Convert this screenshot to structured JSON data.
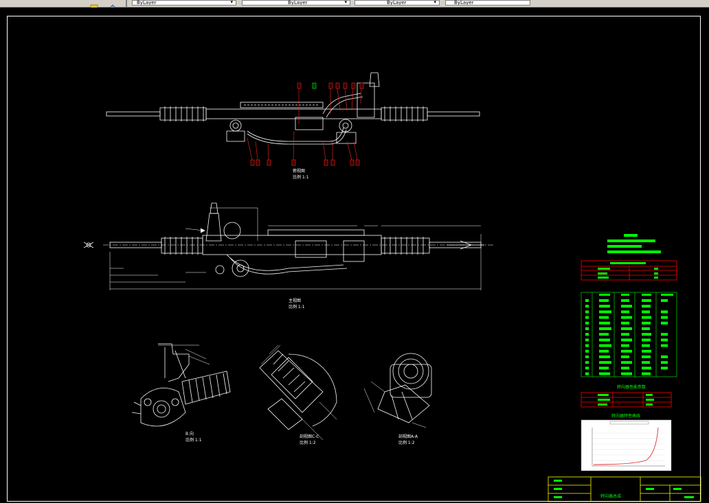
{
  "toolbar": {
    "layer_dropdown": "ByLayer",
    "linetype_dropdown": "ByLayer",
    "lineweight_dropdown": "ByLayer",
    "plotstyle_dropdown": "ByLayer"
  },
  "views": {
    "top_view_title": "俯视图",
    "top_view_scale": "比例 1:1",
    "front_view_title": "主视图",
    "front_view_scale": "比例 1:1",
    "detail_a_title": "B 向",
    "detail_a_scale": "比例 1:1",
    "section_b_title": "剖视图C-C",
    "section_b_scale": "比例 1:2",
    "section_c_title": "剖视图A-A",
    "section_c_scale": "比例 1:2"
  },
  "tables": {
    "performance_title": "转向器性能参数",
    "curve_title": "转向器特性曲线"
  },
  "titleblock": {
    "drawing_name": "转向器总成"
  },
  "colors": {
    "line": "#ffffff",
    "callout": "#ff2020",
    "text_fill": "#00ff00",
    "table_border": "#ff0000",
    "grid_border": "#00ff00",
    "titleblock": "#ffff00"
  }
}
